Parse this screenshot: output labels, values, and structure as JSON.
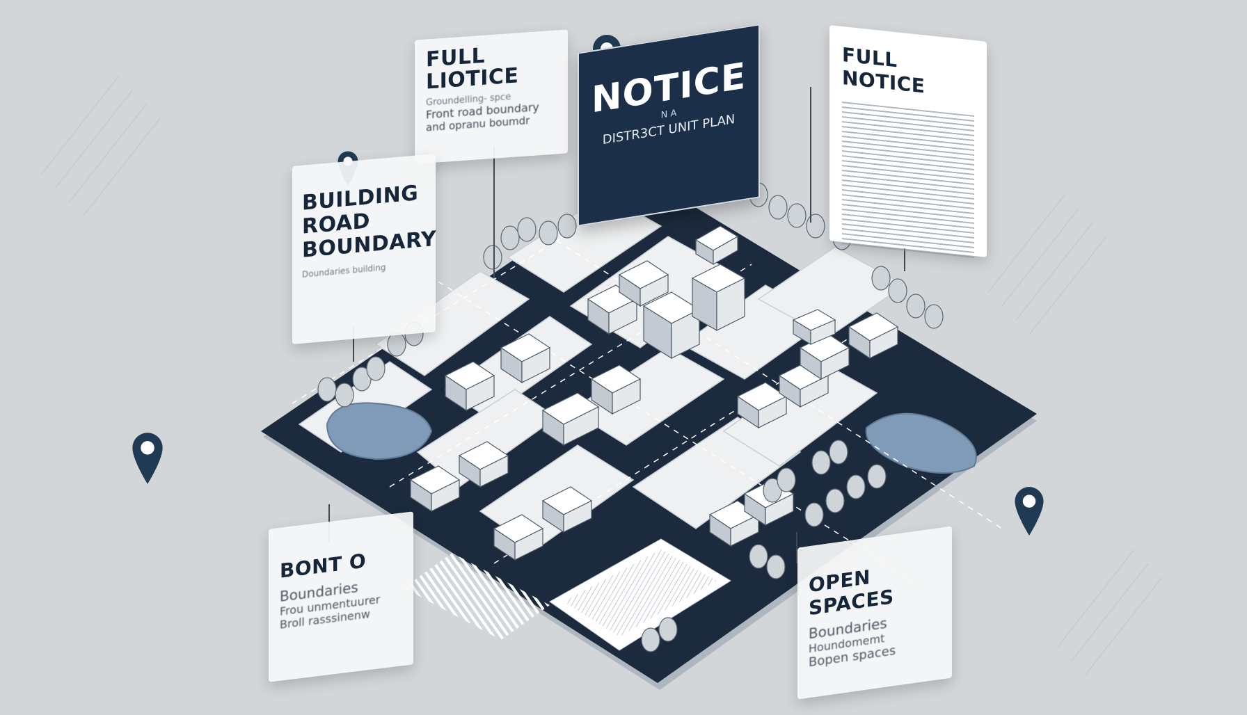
{
  "signs": {
    "top_left": {
      "title_1": "FULL",
      "title_2": "LIOTICE",
      "line_1": "Groundelling- spce",
      "line_2": "Front road boundary",
      "line_3": "and opranu boumdr"
    },
    "center": {
      "title": "NOTICE",
      "sub_small": "N A",
      "subtitle": "DISTR3CT UNIT PLAN"
    },
    "top_right": {
      "title": "FULL NOTICE"
    },
    "left": {
      "line_1": "BUILDING",
      "line_2": "ROAD",
      "line_3": "BOUNDARY",
      "small": "Doundaries building"
    },
    "bottom_left": {
      "title": "BONT O",
      "line_1": "Boundaries",
      "line_2": "Frou unmentuurer",
      "line_3": "Broll rasssinenw"
    },
    "bottom_right": {
      "title": "OPEN SPACES",
      "line_1": "Boundaries",
      "line_2": "Houndomemt",
      "line_3": "Bopen spaces"
    }
  },
  "colors": {
    "background": "#d3d6d9",
    "road": "#1b2a3d",
    "sign_dark": "#1b2f48",
    "water": "#7f9bb8",
    "pin": "#1f3a52"
  },
  "icons": [
    "location-pin-icon"
  ]
}
